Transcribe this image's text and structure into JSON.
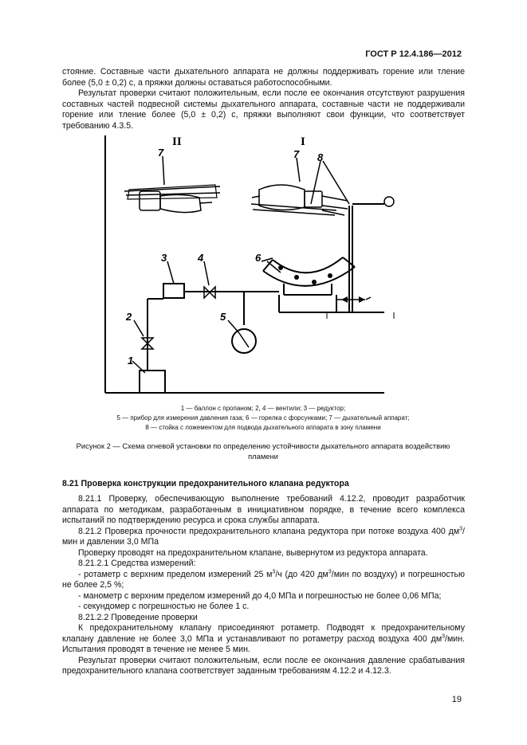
{
  "header": {
    "title": "ГОСТ Р 12.4.186—2012"
  },
  "top_text": {
    "p1": "стояние. Составные части дыхательного аппарата не должны поддерживать горение или тление более (5,0 ± 0,2) с, а пряжки должны оставаться работоспособными.",
    "p2": "Результат проверки считают положительным, если после ее окончания отсутствуют разрушения составных частей подвесной системы дыхательного аппарата, составные части не поддерживали горение или тление более (5,0 ± 0,2) с, пряжки выполняют свои функции, что соответствует требованию 4.3.5."
  },
  "figure": {
    "roman_left": "II",
    "roman_right": "I",
    "labels": [
      "1",
      "2",
      "3",
      "4",
      "5",
      "6",
      "7",
      "7",
      "8"
    ],
    "legend": [
      "1 — баллон с пропаном; 2, 4 — вентили; 3 — редуктор;",
      "5 — прибор для измерения давления газа; 6 — горелка с форсунками; 7 — дыхательный аппарат;",
      "8 — стойка с ложементом для подвода дыхательного аппарата в зону пламени"
    ],
    "caption": "Рисунок 2 — Схема огневой установки по определению устойчивости дыхательного аппарата воздействию пламени"
  },
  "section": {
    "heading": "8.21 Проверка конструкции предохранительного клапана редуктора",
    "p1": "8.21.1 Проверку, обеспечивающую выполнение требований 4.12.2, проводит разработчик аппарата по методикам, разработанным в инициативном порядке, в течение всего комплекса испытаний по подтверждению ресурса и срока службы аппарата.",
    "p2a": "8.21.2 Проверка прочности предохранительного клапана редуктора при потоке воздуха 400 дм",
    "p2sup": "3",
    "p2b": "/мин и давлении 3,0 МПа",
    "p3": "Проверку проводят на предохранительном клапане, вывернутом из редуктора аппарата.",
    "p4": "8.21.2.1 Средства измерений:",
    "p5a": "- ротаметр с верхним пределом измерений 25 м",
    "p5sup1": "3",
    "p5b": "/ч (до 420 дм",
    "p5sup2": "3",
    "p5c": "/мин по воздуху) и погрешностью не более 2,5 %;",
    "p6": "- манометр с верхним пределом измерений до 4,0 МПа и погрешностью не более 0,06 МПа;",
    "p7": "- секундомер с погрешностью не более 1 с.",
    "p8": "8.21.2.2 Проведение проверки",
    "p9a": "К предохранительному клапану присоединяют ротаметр. Подводят к предохранительному клапану давление не более 3,0 МПа и устанавливают по ротаметру расход воздуха 400 дм",
    "p9sup": "3",
    "p9b": "/мин. Испытания проводят в течение не менее 5 мин.",
    "p10": "Результат проверки считают положительным, если после ее окончания давление срабатывания предохранительного клапана соответствует заданным требованиям 4.12.2 и 4.12.3."
  },
  "page_number": "19"
}
